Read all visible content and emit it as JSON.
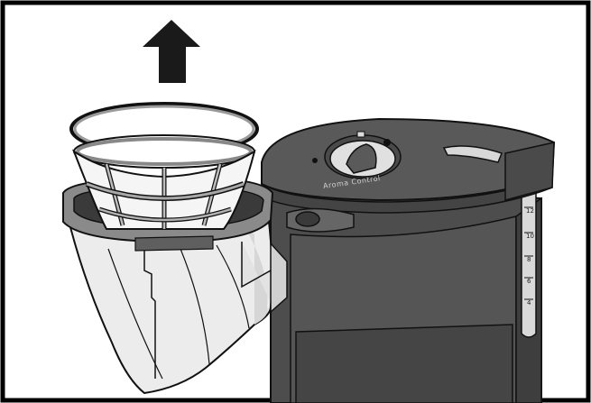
{
  "figure": {
    "kind": "instruction-illustration",
    "subject": "coffee maker filter basket removal"
  },
  "labels": {
    "aroma_control": "Aroma Control",
    "water_scale": [
      "12",
      "10",
      "8",
      "6",
      "4"
    ]
  },
  "icons": {
    "arrow": "arrow-up-icon",
    "bean": "coffee-bean-icon",
    "cup": "coffee-cup-icon"
  },
  "colors": {
    "frame": "#000000",
    "body_dark": "#4a4a4a",
    "body_mid": "#6a6a6a",
    "lid": "#5a5a5a",
    "filter_light": "#ececec",
    "filter_shade": "#cfcfcf",
    "outline": "#111111"
  }
}
